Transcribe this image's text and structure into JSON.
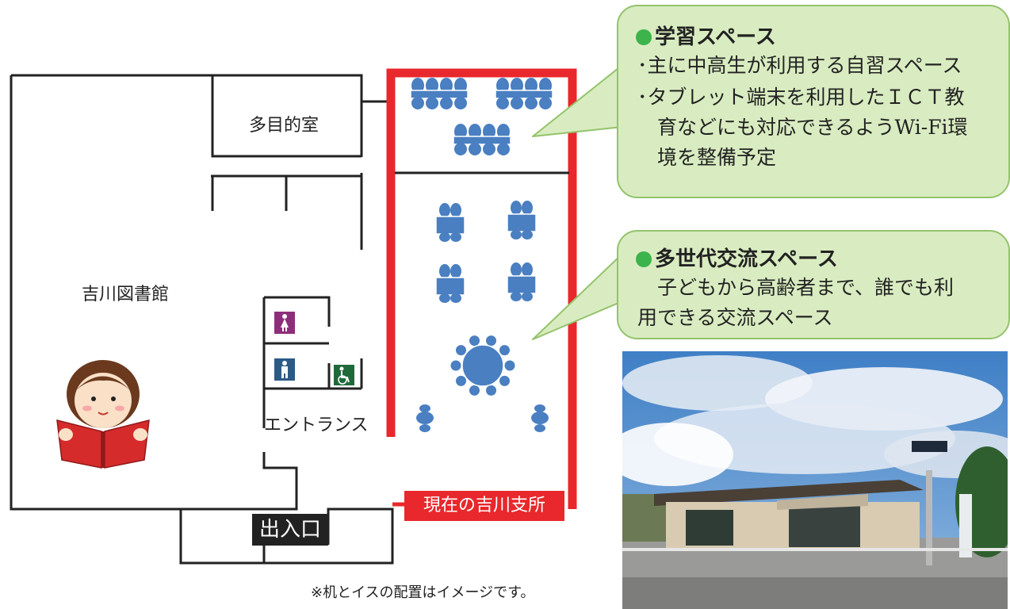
{
  "rooms": {
    "multipurpose": "多目的室",
    "library": "吉川図書館",
    "entrance": "エントランス",
    "exit": "出入口",
    "branch": "現在の吉川支所"
  },
  "note": "※机とイスの配置はイメージです。",
  "callouts": {
    "study": {
      "title": "学習スペース",
      "lines": [
        "･主に中高生が利用する自習スペース",
        "･タブレット端末を利用したＩＣＴ教",
        "　育などにも対応できるようWi-Fi環",
        "　境を整備予定"
      ]
    },
    "multigen": {
      "title": "多世代交流スペース",
      "lines": [
        "　子どもから高齢者まで、誰でも利",
        "用できる交流スペース"
      ]
    }
  },
  "icons": [
    "female-restroom-icon",
    "male-restroom-icon",
    "wheelchair-icon",
    "reading-girl-illustration",
    "building-photo"
  ],
  "colors": {
    "highlight_red": "#e8282c",
    "furniture_blue": "#4a7fc1",
    "bubble_green": "#d9ecc1",
    "bubble_border": "#93c36a"
  }
}
